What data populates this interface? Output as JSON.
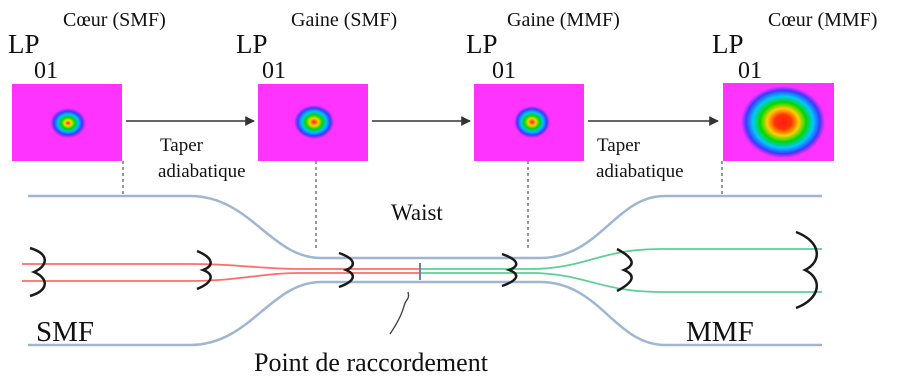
{
  "modes": [
    {
      "main": "LP",
      "sup": "Cœur (SMF)",
      "sub": "01"
    },
    {
      "main": "LP",
      "sup": "Gaine (SMF)",
      "sub": "01"
    },
    {
      "main": "LP",
      "sup": "Gaine (MMF)",
      "sub": "01"
    },
    {
      "main": "LP",
      "sup": "Cœur (MMF)",
      "sub": "01"
    }
  ],
  "arrows": [
    {
      "label_line1": "Taper",
      "label_line2": "adiabatique"
    },
    {
      "label_line1": "",
      "label_line2": ""
    },
    {
      "label_line1": "Taper",
      "label_line2": "adiabatique"
    }
  ],
  "labels": {
    "waist": "Waist",
    "smf": "SMF",
    "mmf": "MMF",
    "splice_point": "Point de raccordement"
  },
  "colors": {
    "mode_background": "#ff33ff",
    "cladding_outline": "#9fb6d2",
    "smf_core": "#ff6b6b",
    "mmf_core": "#5ccf95",
    "mode_profile": "#1a1a1a",
    "guide_line": "#777777",
    "arrow": "#333333"
  }
}
